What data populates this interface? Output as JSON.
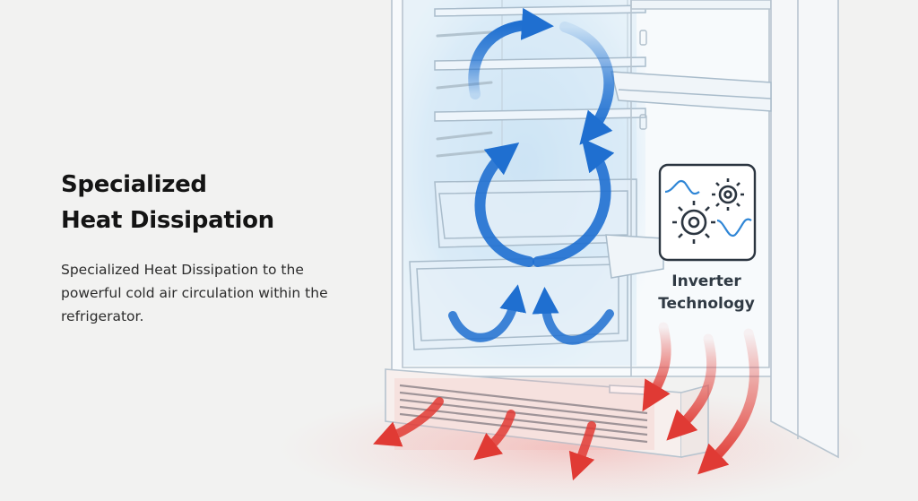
{
  "heading": {
    "line1": "Specialized",
    "line2": "Heat Dissipation"
  },
  "description": "Specialized Heat Dissipation to the powerful cold air circulation within the refrigerator.",
  "badge": {
    "line1": "Inverter",
    "line2": "Technology",
    "icon": "gears-wave-icon"
  },
  "colors": {
    "cold_air": "#1f6fd0",
    "hot_air": "#e03a34",
    "interior_tint": "#d4e8f6",
    "outline": "#b7c4cf"
  }
}
